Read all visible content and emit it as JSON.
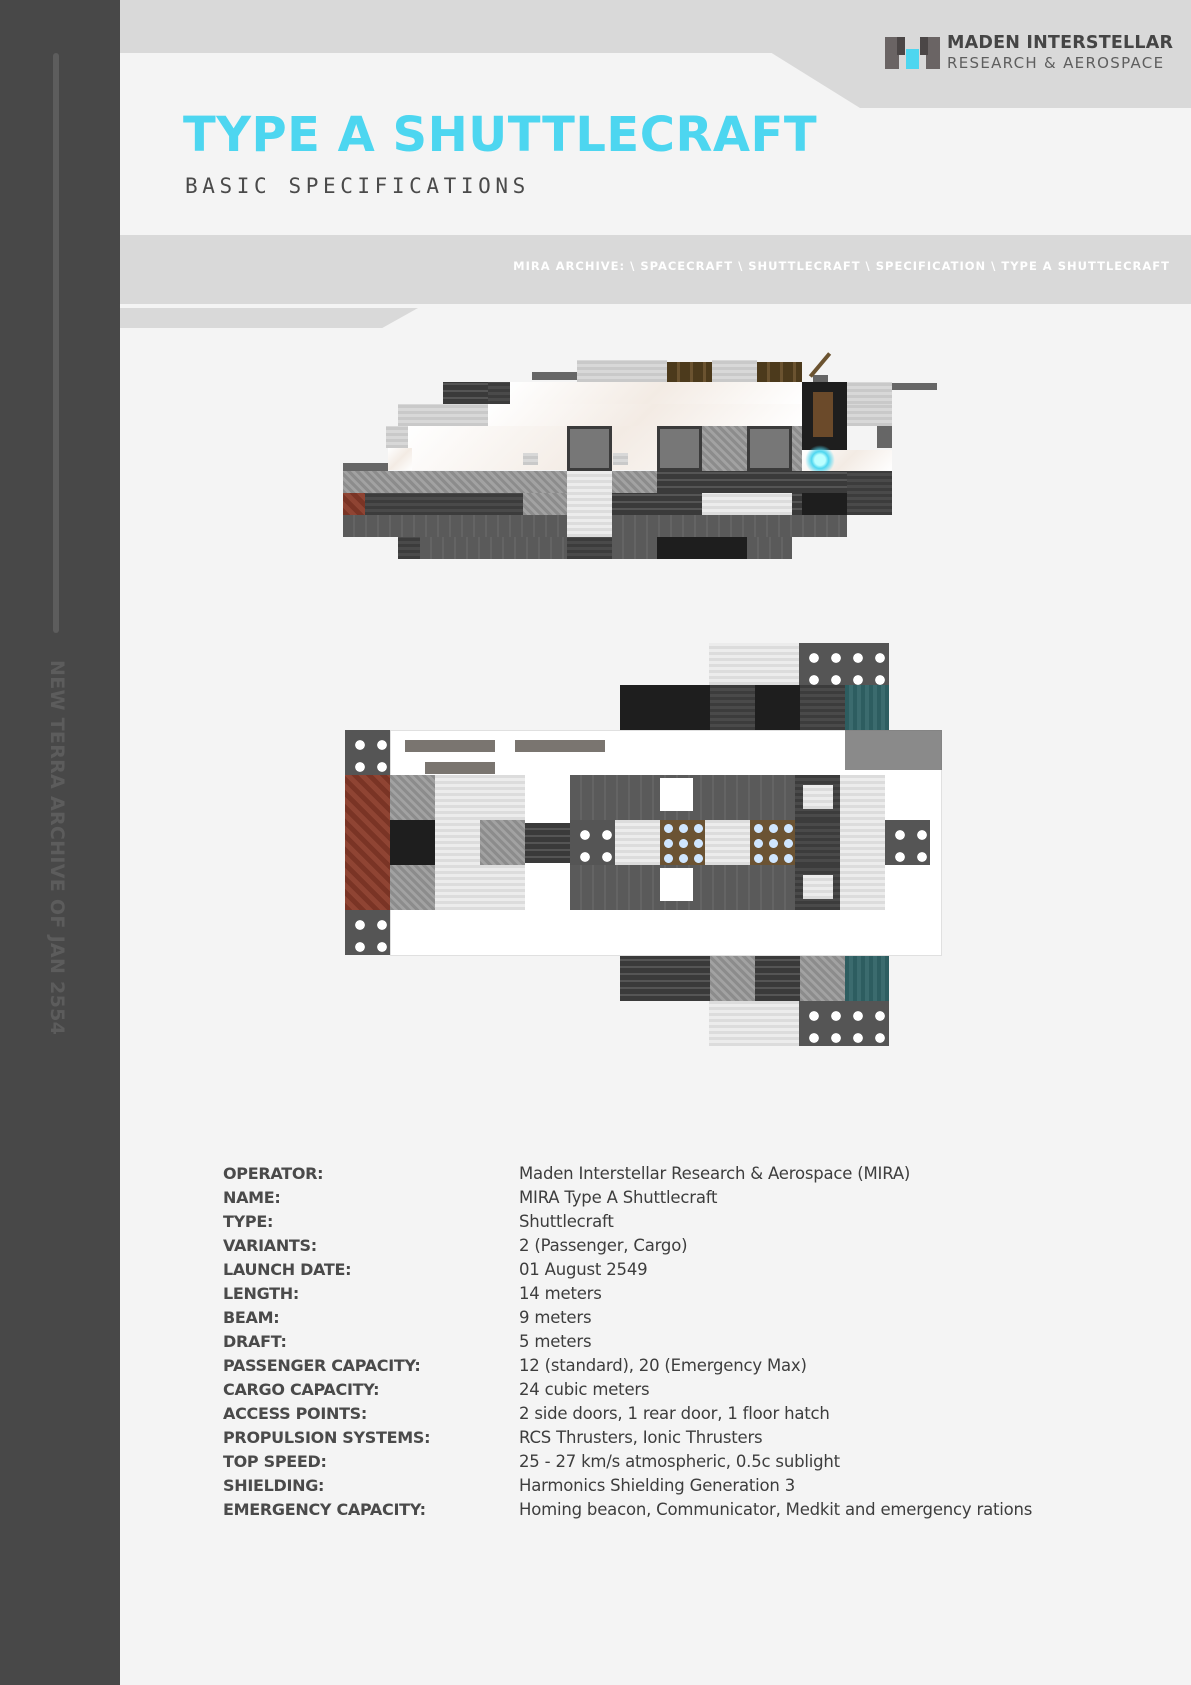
{
  "sidebar": {
    "vertical_text": "NEW TERRA ARCHIVE OF JAN 2554"
  },
  "brand": {
    "name_line1": "MADEN INTERSTELLAR",
    "name_line2": "RESEARCH & AEROSPACE",
    "logo_icon": "mira-logo-icon",
    "accent_color": "#4dd6f0"
  },
  "header": {
    "title": "TYPE A SHUTTLECRAFT",
    "subtitle": "BASIC SPECIFICATIONS",
    "breadcrumb": "MIRA ARCHIVE: \\ SPACECRAFT \\ SHUTTLECRAFT \\ SPECIFICATION \\ TYPE A SHUTTLECRAFT"
  },
  "figures": {
    "side_view": "Type A Shuttlecraft side elevation render",
    "top_view": "Type A Shuttlecraft top-down plan render"
  },
  "specs": [
    {
      "label": "OPERATOR:",
      "value": "Maden Interstellar Research & Aerospace (MIRA)"
    },
    {
      "label": "NAME:",
      "value": "MIRA Type A Shuttlecraft"
    },
    {
      "label": "TYPE:",
      "value": "Shuttlecraft"
    },
    {
      "label": "VARIANTS:",
      "value": "2 (Passenger, Cargo)"
    },
    {
      "label": "LAUNCH DATE:",
      "value": "01 August 2549"
    },
    {
      "label": "LENGTH:",
      "value": "14 meters"
    },
    {
      "label": "BEAM:",
      "value": "9 meters"
    },
    {
      "label": "DRAFT:",
      "value": "5 meters"
    },
    {
      "label": "PASSENGER CAPACITY:",
      "value": "12 (standard), 20 (Emergency Max)"
    },
    {
      "label": "CARGO CAPACITY:",
      "value": "24 cubic meters"
    },
    {
      "label": "ACCESS POINTS:",
      "value": "2 side doors, 1 rear door, 1 floor hatch"
    },
    {
      "label": "PROPULSION SYSTEMS:",
      "value": "RCS Thrusters, Ionic Thrusters"
    },
    {
      "label": "TOP SPEED:",
      "value": "25 - 27 km/s atmospheric, 0.5c sublight"
    },
    {
      "label": "SHIELDING:",
      "value": "Harmonics Shielding Generation 3"
    },
    {
      "label": "EMERGENCY CAPACITY:",
      "value": "Homing beacon, Communicator, Medkit and emergency rations"
    }
  ]
}
